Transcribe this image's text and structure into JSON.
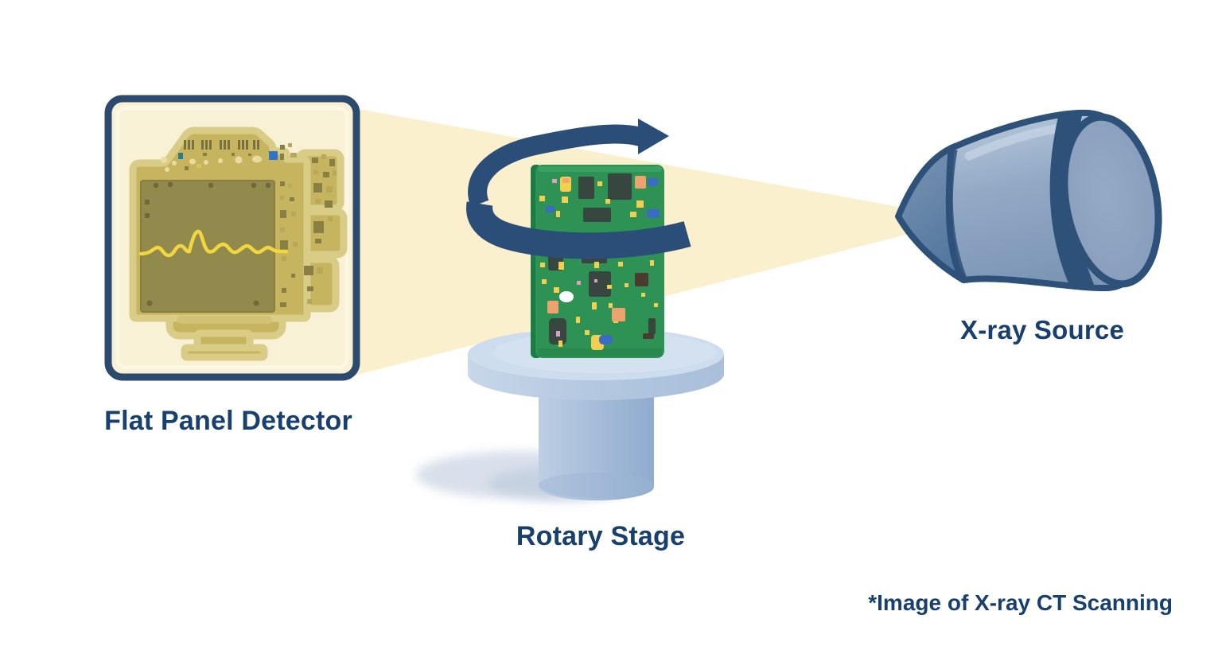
{
  "labels": {
    "detector": "Flat Panel Detector",
    "stage": "Rotary Stage",
    "source": "X-ray Source"
  },
  "caption": "*Image of X-ray CT Scanning",
  "icons": {
    "detector": "flat-panel-detector-icon",
    "detector_image": "detector-xray-image",
    "beam": "xray-beam",
    "pcb": "pcb-sample-icon",
    "rotation": "rotation-arrow-icon",
    "stage": "rotary-stage-icon",
    "source": "xray-source-icon"
  },
  "colors": {
    "background": "#ffffff",
    "label_text": "#17406e",
    "beam": "#faf0cd",
    "navy_outline": "#2b4a6e",
    "arrow": "#2a4e78",
    "detector_interior": "#f8f1d6",
    "detector_silhouette": "#c7b45e",
    "detector_dark_panel": "#928a4c",
    "waveform_yellow": "#f0d73f",
    "pcb_green": "#2e9254",
    "stage_blue": "#b6c8e0",
    "source_body_blue": "#8ba3c1"
  }
}
